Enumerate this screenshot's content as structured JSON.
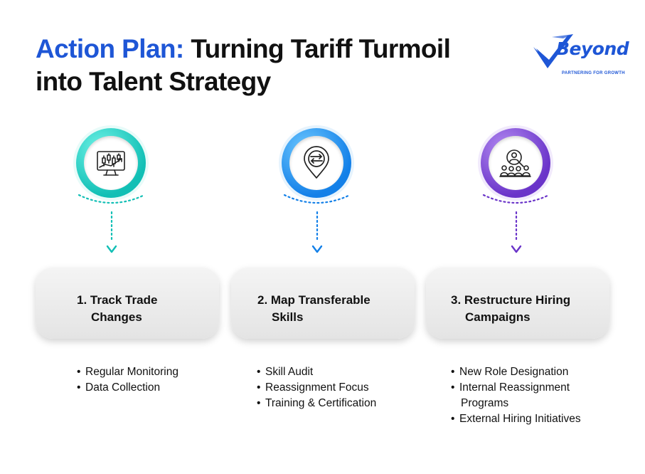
{
  "title": {
    "accent": "Action Plan:",
    "line1_rest": " Turning Tariff Turmoil",
    "line2": "into Talent Strategy"
  },
  "logo": {
    "brand": "Beyond",
    "tagline": "PARTNERING FOR GROWTH",
    "color": "#1e56d6"
  },
  "steps": [
    {
      "icon": "stock-chart-monitor-icon",
      "color": "#11bfb5",
      "label_line1": "1. Track Trade",
      "label_line2": "Changes",
      "bullets": [
        "Regular Monitoring",
        "Data Collection"
      ]
    },
    {
      "icon": "location-exchange-pin-icon",
      "color": "#1380e8",
      "label_line1": "2. Map Transferable",
      "label_line2": "Skills",
      "bullets": [
        "Skill Audit",
        "Reassignment Focus",
        "Training & Certification"
      ]
    },
    {
      "icon": "people-search-icon",
      "color": "#6a34c9",
      "label_line1": "3. Restructure Hiring",
      "label_line2": "Campaigns",
      "bullets": [
        "New Role Designation",
        "Internal Reassignment",
        "Programs",
        "External Hiring Initiatives"
      ]
    }
  ]
}
